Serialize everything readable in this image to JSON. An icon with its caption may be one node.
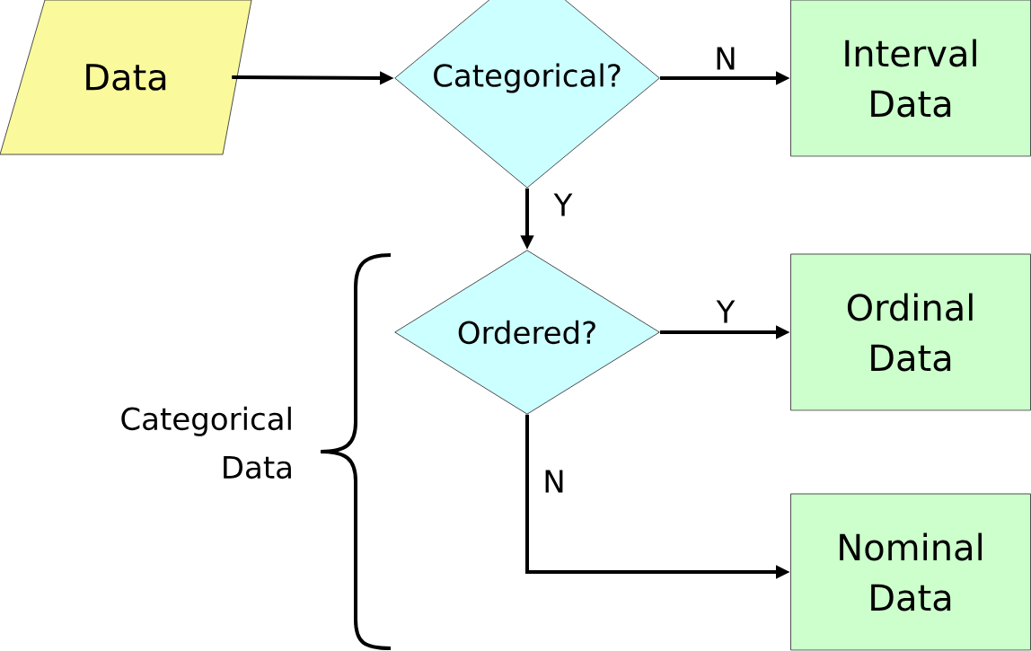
{
  "diagram": {
    "nodes": [
      {
        "text": [
          "Data"
        ]
      },
      {
        "text": [
          "Categorical?"
        ]
      },
      {
        "text": [
          "Interval Data"
        ]
      },
      {
        "text": [
          "Ordered?"
        ]
      },
      {
        "text": [
          "Ordinal Data"
        ]
      },
      {
        "text": [
          "Nominal Data"
        ]
      }
    ],
    "edges": [
      {
        "from": 0,
        "to": 1,
        "arrow": "to"
      },
      {
        "from": 1,
        "to": 2,
        "arrow": "to",
        "label": "N"
      },
      {
        "from": 1,
        "to": 3,
        "arrow": "to",
        "label": "Y"
      },
      {
        "from": 3,
        "to": 4,
        "arrow": "to",
        "label": "Y"
      },
      {
        "from": 3,
        "to": 5,
        "arrow": "to",
        "label": "N"
      }
    ],
    "labels": [
      "Categorical Data"
    ]
  }
}
